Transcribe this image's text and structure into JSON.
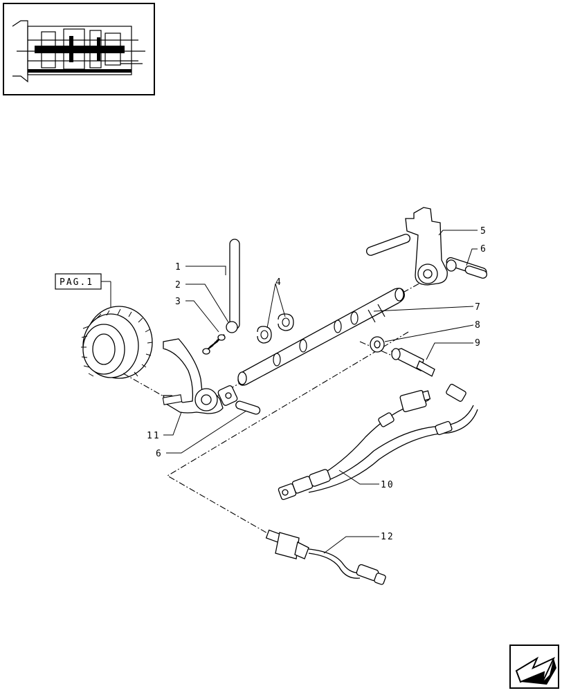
{
  "diagram": {
    "page_ref_label": "PAG.1",
    "callouts": [
      "1",
      "2",
      "3",
      "4",
      "5",
      "6",
      "7",
      "8",
      "9",
      "10",
      "11",
      "6",
      "12"
    ]
  },
  "nav": {
    "icon": "next-page-arrow-icon"
  }
}
